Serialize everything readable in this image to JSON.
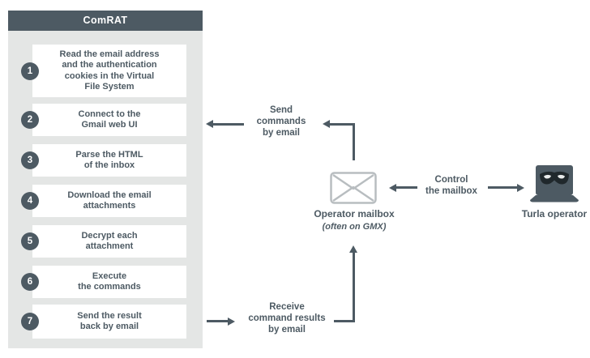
{
  "colors": {
    "slate": "#4d5a63",
    "panel_bg": "#e4e6e5",
    "box_bg": "#ffffff",
    "envelope_stroke": "#b8bdc0",
    "mask": "#20282c",
    "eye": "#e9ebeb"
  },
  "panel": {
    "title": "ComRAT",
    "steps": [
      {
        "num": "1",
        "text": "Read the email address\nand the authentication\ncookies in the Virtual\nFile System"
      },
      {
        "num": "2",
        "text": "Connect to the\nGmail web UI"
      },
      {
        "num": "3",
        "text": "Parse the HTML\nof the inbox"
      },
      {
        "num": "4",
        "text": "Download the email\nattachments"
      },
      {
        "num": "5",
        "text": "Decrypt each\nattachment"
      },
      {
        "num": "6",
        "text": "Execute\nthe commands"
      },
      {
        "num": "7",
        "text": "Send the result\nback by email"
      }
    ]
  },
  "labels": {
    "send": "Send\ncommands\nby email",
    "receive": "Receive\ncommand results\nby email",
    "control": "Control\nthe mailbox"
  },
  "nodes": {
    "mailbox": {
      "icon": "envelope-icon",
      "label": "Operator mailbox",
      "note": "(often on GMX)"
    },
    "operator": {
      "icon": "masked-laptop-icon",
      "label": "Turla operator"
    }
  }
}
